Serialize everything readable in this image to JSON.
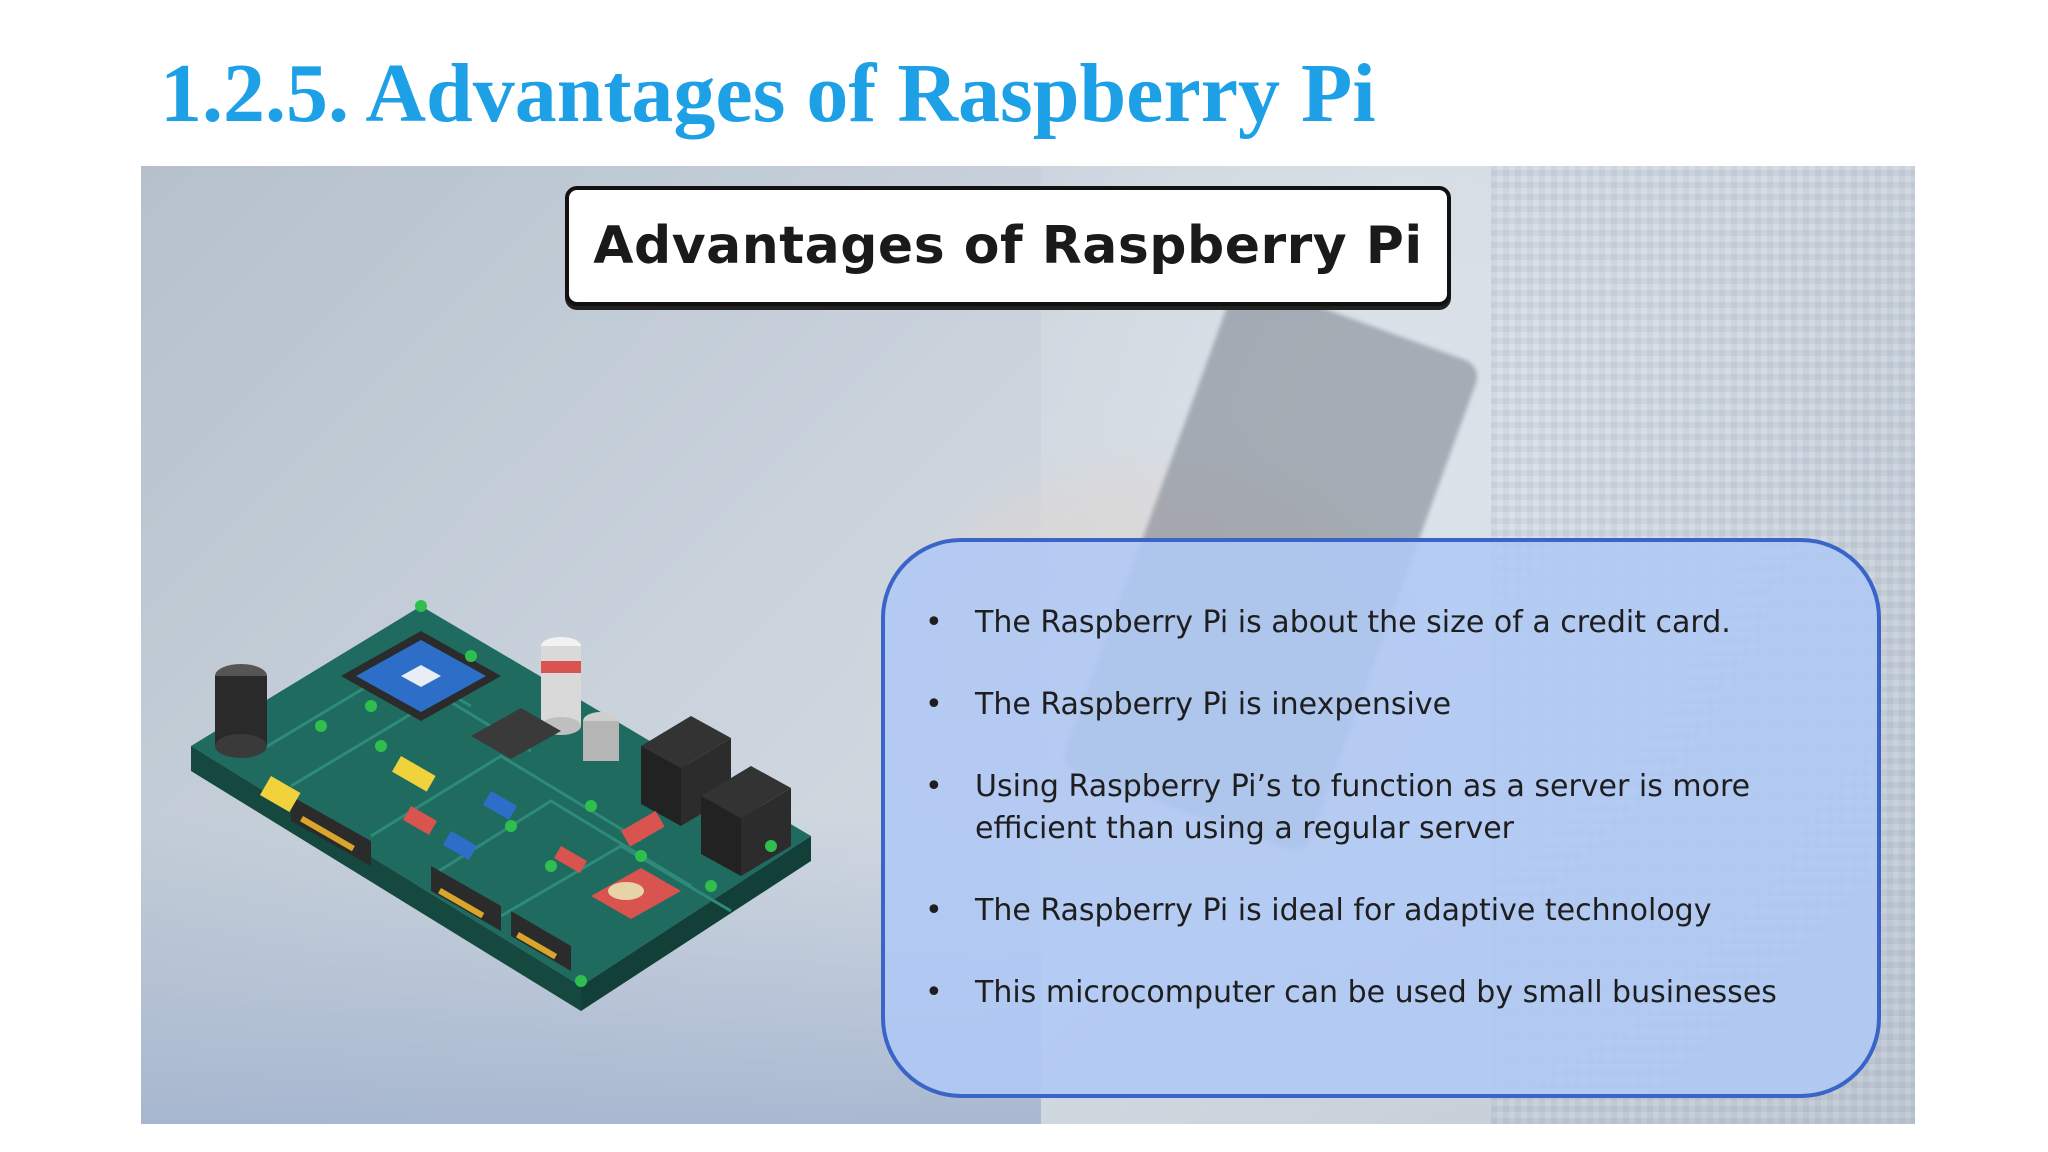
{
  "page": {
    "title": "1.2.5. Advantages of Raspberry Pi"
  },
  "banner": {
    "label": "Advantages of Raspberry Pi"
  },
  "advantages": {
    "bullet_symbol": "•",
    "items": [
      "The Raspberry Pi is about the size of a credit card.",
      "The Raspberry Pi is inexpensive",
      "Using Raspberry Pi’s to function as a server is more efficient than using a regular server",
      "The Raspberry Pi is ideal for adaptive technology",
      "This microcomputer can be used by small businesses"
    ]
  },
  "colors": {
    "title": "#1ea0e6",
    "info_box_fill": "#afc8f5",
    "info_box_border": "#3a64c8",
    "board_green": "#1f6b5f"
  },
  "illustration": {
    "icon": "circuit-board-icon"
  }
}
